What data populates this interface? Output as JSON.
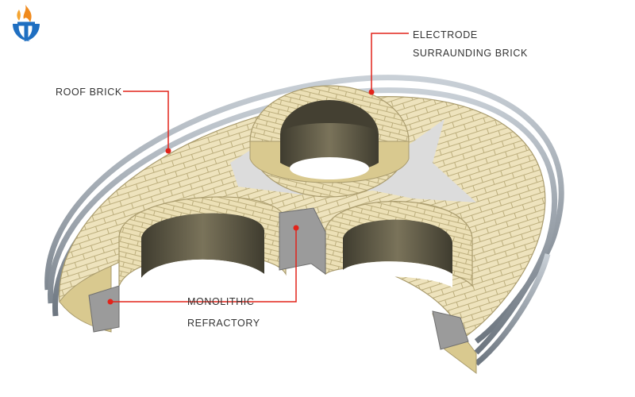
{
  "labels": {
    "roof_brick": "ROOF BRICK",
    "electrode_line1": "ELECTRODE",
    "electrode_line2": "SURRAUNDING BRICK",
    "monolithic_line1": "MONOLITHIC",
    "monolithic_line2": "REFRACTORY"
  },
  "colors": {
    "brick_face": "#eee3bd",
    "brick_top": "#e6d7a4",
    "mortar": "#bcae7d",
    "inner_wall": "#5e5944",
    "steel_ring": "#9aa3ad",
    "monolithic": "#9b9b9b",
    "leader_line": "#e2231a",
    "logo_orange": "#f08a1c",
    "logo_blue": "#1f6fc1"
  },
  "logo": {
    "icon": "brand-flame-logo-icon"
  }
}
